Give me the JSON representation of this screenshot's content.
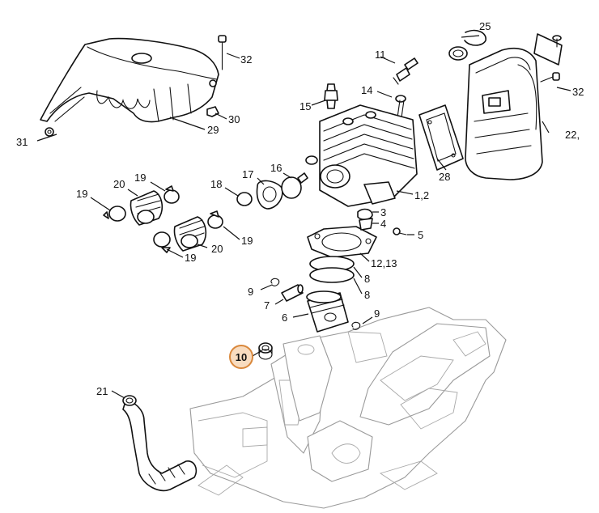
{
  "highlight_color": "#d9883c",
  "highlight_fill": "#f8dcc0",
  "callouts": {
    "c32a": "32",
    "c31": "31",
    "c30": "30",
    "c29": "29",
    "c11": "11",
    "c14": "14",
    "c15": "15",
    "c25": "25",
    "c28": "28",
    "c32b": "32",
    "c22": "22,",
    "c12": "1,2",
    "c3": "3",
    "c4": "4",
    "c5": "5",
    "c1213": "12,13",
    "c8a": "8",
    "c8b": "8",
    "c9a": "9",
    "c9b": "9",
    "c7": "7",
    "c6": "6",
    "c16": "16",
    "c17": "17",
    "c18": "18",
    "c20a": "20",
    "c19a": "19",
    "c19b": "19",
    "c20b": "20",
    "c19c": "19",
    "c19d": "19",
    "c10": "10",
    "c21": "21"
  }
}
